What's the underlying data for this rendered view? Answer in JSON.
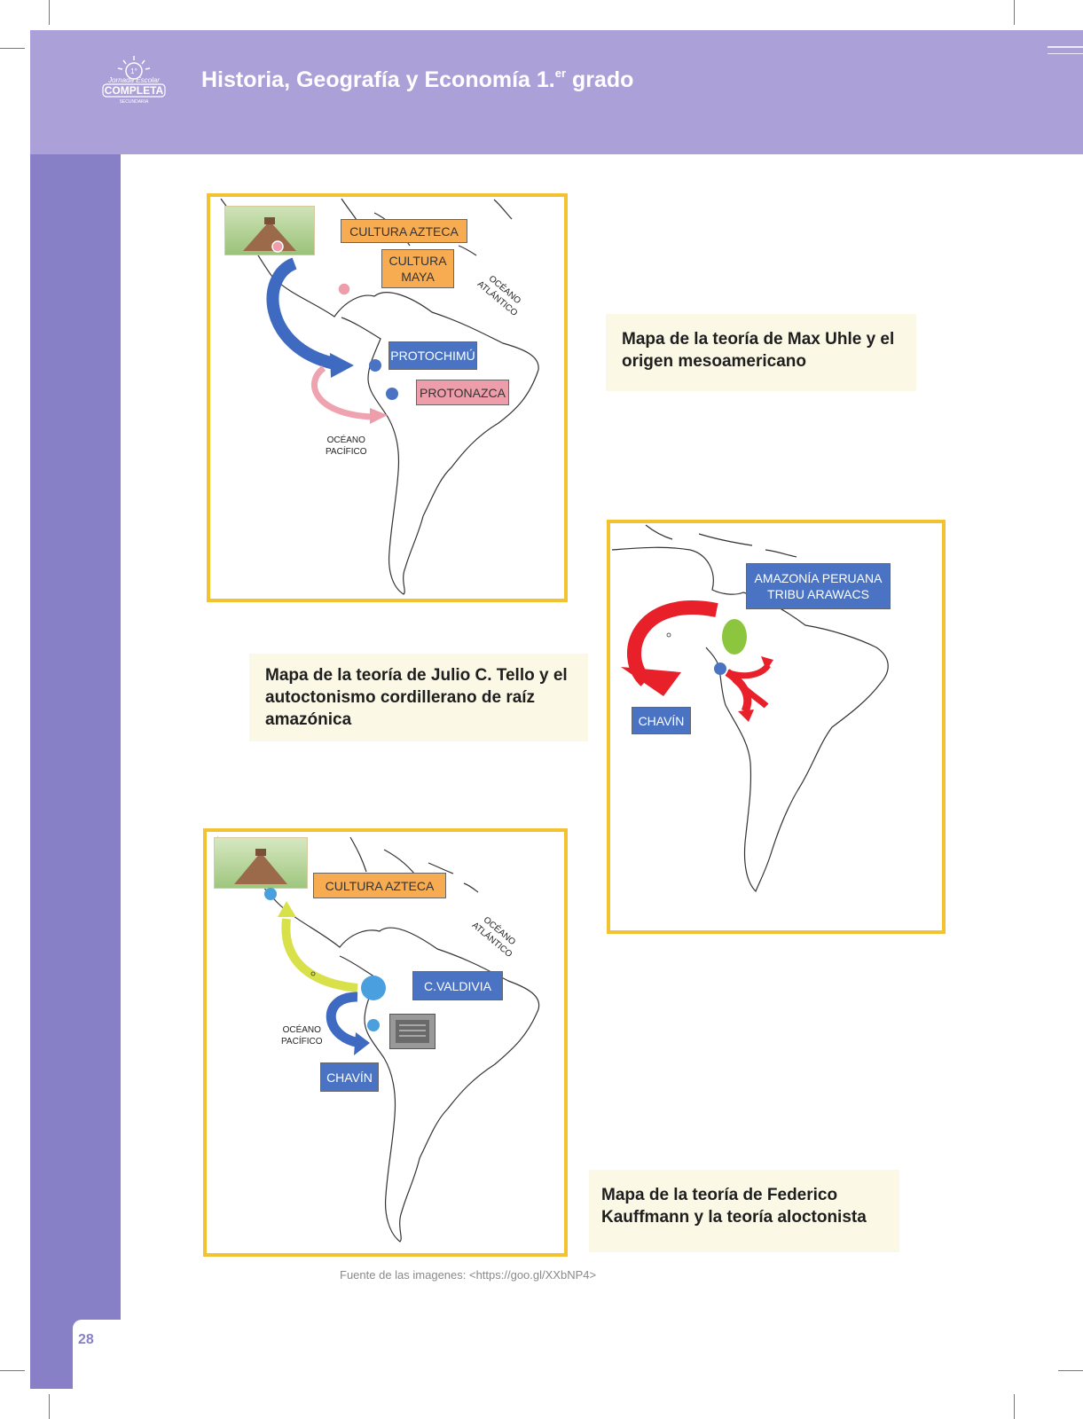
{
  "header": {
    "title": "Historia, Geografía y Economía 1.",
    "title_sup": "er",
    "title_suffix": " grado",
    "logo_text_top": "Jornada Escolar",
    "logo_text_main": "COMPLETA",
    "logo_text_bottom": "SECUNDARIA",
    "logo_badge": "1°"
  },
  "colors": {
    "header": "#aba0d8",
    "sidebar": "#8880c6",
    "frame": "#f2c230",
    "caption_bg": "#fcf8e6"
  },
  "maps": {
    "uhle": {
      "labels": {
        "azteca": "CULTURA AZTECA",
        "maya": "CULTURA\nMAYA",
        "protochimu": "PROTOCHIMÚ",
        "protonazca": "PROTONAZCA"
      },
      "atlantic": "OCÉANO\nATLÁNTICO",
      "pacific": "OCÉANO\nPACÍFICO",
      "caption": "Mapa de la teoría de Max Uhle y el origen mesoamericano"
    },
    "tello": {
      "labels": {
        "amazonia": "AMAZONÍA PERUANA\nTRIBU ARAWACS",
        "chavin": "CHAVÍN"
      },
      "caption": "Mapa de la teoría de Julio C. Tello y el autoctonismo cordillerano de raíz amazónica"
    },
    "kauffmann": {
      "labels": {
        "azteca": "CULTURA AZTECA",
        "valdivia": "C.VALDIVIA",
        "chavin": "CHAVÍN"
      },
      "atlantic": "OCÉANO\nATLÁNTICO",
      "pacific": "OCÉANO\nPACÍFICO",
      "caption": "Mapa de la teoría de Federico Kauffmann y la teoría aloctonista"
    }
  },
  "source": "Fuente de las imagenes: <https://goo.gl/XXbNP4>",
  "page_number": "28"
}
